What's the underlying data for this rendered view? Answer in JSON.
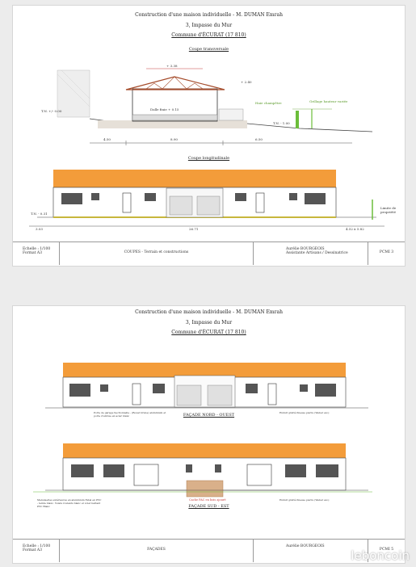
{
  "colors": {
    "roof": "#f39c3a",
    "accent_green": "#6bbd3a",
    "ground_brown": "#b07f55",
    "dim_red": "#c43c3c"
  },
  "project": {
    "title": "Construction d'une maison individuelle - M. DUMAN Emrah",
    "address": "3, Impasse du Mur",
    "commune": "Commune d'ÉCURAT (17 810)"
  },
  "sheet1": {
    "section_transversal": "Coupe transversale",
    "section_longitudinal": "Coupe longitudinale",
    "labels": {
      "haie": "Haie champêtre",
      "grillage": "Grillage hauteur variée",
      "dalle": "Dalle finie + 0.15",
      "tn_left": "T.N. +/- 0.00",
      "tn_right": "T.N. - 1.00",
      "ngf": "+ 3.38",
      "wall": "+ 2.40",
      "tn_long": "T.N. - 0.31",
      "limite": "Limite de propriété"
    },
    "dims_top": [
      "4.50",
      "8.90",
      "6.50"
    ],
    "dims_bottom": [
      "3.03",
      "26.71",
      "4.52 à 5.82"
    ],
    "cartouche": {
      "echelle": "Echelle : 1/100",
      "format": "Format A3",
      "subject": "COUPES - Terrain et constructions",
      "architect": "Aurélie BOURGEOIS",
      "architect_sub": "Assistante Artisans / Dessinatrice",
      "page": "PCMI 3"
    }
  },
  "sheet2": {
    "facade_nw": "FAÇADE NORD - OUEST",
    "facade_se": "FAÇADE SUD - EST",
    "note_nw_left": "Porte de garage Sectionnelle - (Bouat brune) aluminium et porte d'entrée en acier blanc",
    "note_nw_right": "Enduit gratté finesse pierre (Weber exo)",
    "note_se_left": "Menuiseries extérieures en aluminium Estal en PVC - teinte blanc. Volets roulants blanc et volet battant PVC Blanc",
    "note_se_right": "Enduit gratté finesse pierre (Weber exo)",
    "note_se_mid": "Cache PAC en bois ajouré",
    "cartouche": {
      "echelle": "Echelle : 1/100",
      "format": "Format A3",
      "subject": "FAÇADES",
      "architect": "Aurélie BOURGEOIS",
      "page": "PCMI 5"
    }
  },
  "watermark": "leboncoin"
}
